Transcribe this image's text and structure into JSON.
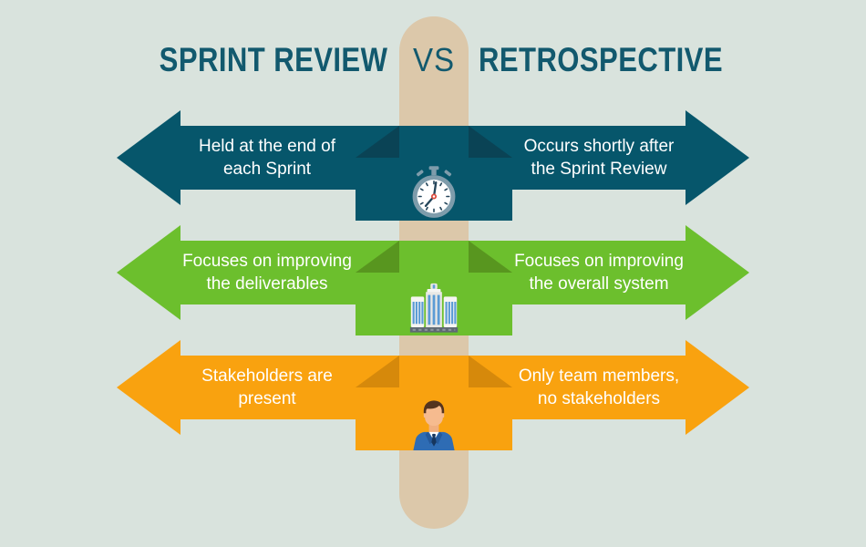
{
  "title": {
    "left": "SPRINT REVIEW",
    "vs": "VS",
    "right": "RETROSPECTIVE"
  },
  "colors": {
    "background": "#D9E3DD",
    "pole": "#DCC8AA",
    "title_text": "#12596E"
  },
  "rows": [
    {
      "topic": "timing",
      "color": "#06566B",
      "fold_color": "#0A4355",
      "left": "Held at the end of\neach Sprint",
      "right": "Occurs shortly after\nthe Sprint Review",
      "icon": "stopwatch-icon"
    },
    {
      "topic": "focus",
      "color": "#6CBF2D",
      "fold_color": "#58961F",
      "left": "Focuses on improving\nthe deliverables",
      "right": "Focuses on improving\nthe overall system",
      "icon": "capitol-building-icon"
    },
    {
      "topic": "attendees",
      "color": "#F9A20F",
      "fold_color": "#D6890B",
      "left": "Stakeholders are\npresent",
      "right": "Only team members,\nno stakeholders",
      "icon": "businessman-icon"
    }
  ]
}
